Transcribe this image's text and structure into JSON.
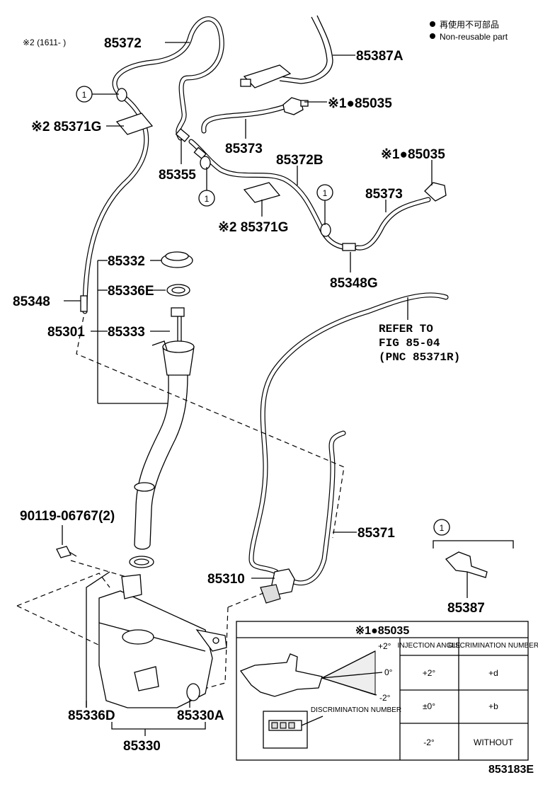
{
  "legend": {
    "line1": "再使用不可部品",
    "line2": "Non-reusable part"
  },
  "notes": {
    "date_note": "※2 (1611-     )",
    "refer_line1": "REFER TO",
    "refer_line2": "FIG 85-04",
    "refer_line3": "(PNC 85371R)",
    "figure_number": "853183E"
  },
  "parts": {
    "p85372": "85372",
    "p85387A": "85387A",
    "p85035_a": "※1●85035",
    "p85371G_a": "※2 85371G",
    "p85373_a": "85373",
    "p85372B": "85372B",
    "p85035_b": "※1●85035",
    "p85355": "85355",
    "p85373_b": "85373",
    "p85371G_b": "※2 85371G",
    "p85348G": "85348G",
    "p85332": "85332",
    "p85336E": "85336E",
    "p85348": "85348",
    "p85301": "85301",
    "p85333": "85333",
    "p90119": "90119-06767(2)",
    "p85371": "85371",
    "p85310": "85310",
    "p85387": "85387",
    "p85336D": "85336D",
    "p85330A": "85330A",
    "p85330": "85330"
  },
  "callouts": {
    "c1": "1",
    "c2": "1",
    "c3": "1",
    "c4": "1"
  },
  "table": {
    "title": "※1●85035",
    "header_angle": "INJECTION ANGLE",
    "header_disc": "DISCRIMINATION NUMBER",
    "angle_plus": "+2°",
    "angle_zero": "0°",
    "angle_minus": "-2°",
    "disc_label": "DISCRIMINATION NUMBER",
    "rows": [
      {
        "angle": "+2°",
        "disc": "+d"
      },
      {
        "angle": "±0°",
        "disc": "+b"
      },
      {
        "angle": "-2°",
        "disc": "WITHOUT"
      }
    ]
  }
}
